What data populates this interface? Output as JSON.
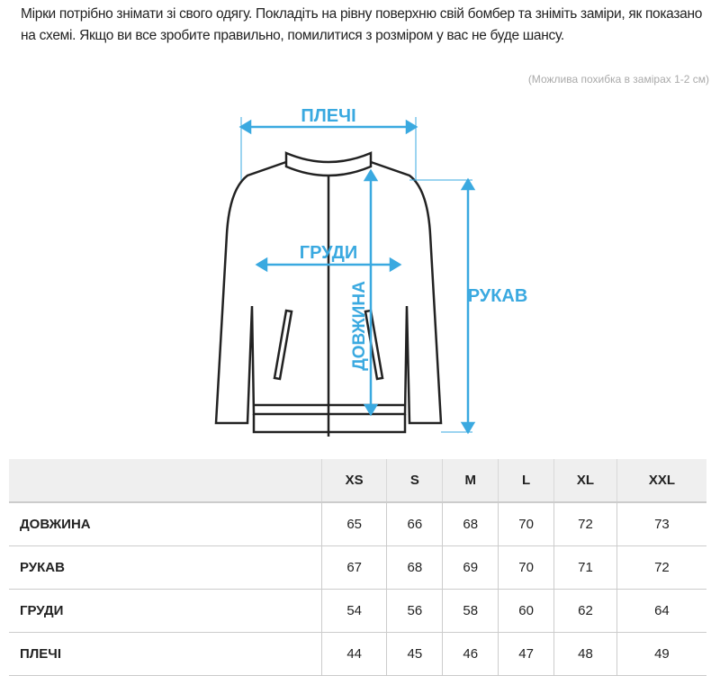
{
  "intro": "Мірки потрібно знімати зі свого одягу. Покладіть на рівну поверхню свій бомбер та зніміть заміри, як показано на схемі. Якщо ви все зробите правильно, помилитися з розміром у вас не буде шансу.",
  "note": "(Можлива похибка в замірах 1-2 см)",
  "diagram": {
    "shoulders": "ПЛЕЧІ",
    "chest": "ГРУДИ",
    "sleeve": "РУКАВ",
    "length": "ДОВЖИНА",
    "accent": "#3aa9e0"
  },
  "table": {
    "sizes": [
      "XS",
      "S",
      "M",
      "L",
      "XL",
      "XXL"
    ],
    "rows": [
      {
        "label": "ДОВЖИНА",
        "values": [
          "65",
          "66",
          "68",
          "70",
          "72",
          "73"
        ]
      },
      {
        "label": "РУКАВ",
        "values": [
          "67",
          "68",
          "69",
          "70",
          "71",
          "72"
        ]
      },
      {
        "label": "ГРУДИ",
        "values": [
          "54",
          "56",
          "58",
          "60",
          "62",
          "64"
        ]
      },
      {
        "label": "ПЛЕЧІ",
        "values": [
          "44",
          "45",
          "46",
          "47",
          "48",
          "49"
        ]
      }
    ]
  }
}
